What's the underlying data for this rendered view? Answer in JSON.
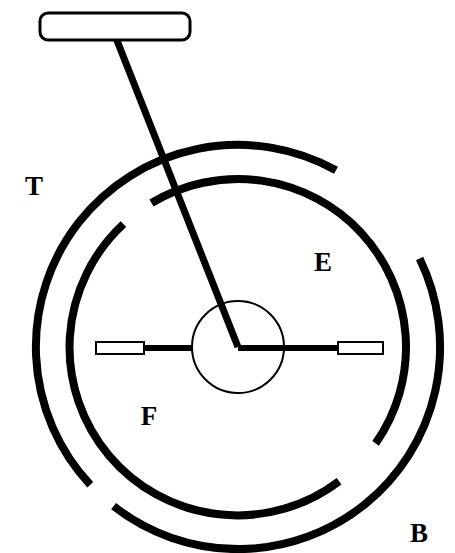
{
  "diagram": {
    "labels": [
      "T",
      "E",
      "F",
      "B"
    ]
  }
}
